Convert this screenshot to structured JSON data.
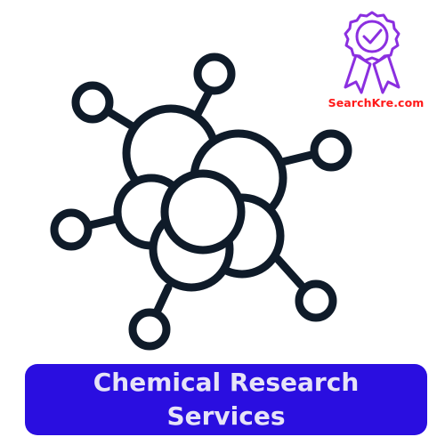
{
  "brand": {
    "text": "SearchKre.com",
    "color": "#ff1a1a",
    "icon": "award-ribbon-check-icon",
    "icon_color": "#8b2fe0"
  },
  "banner": {
    "line1": "Chemical Research",
    "line2": "Services",
    "background": "#2a0ee0",
    "text_color": "#e6e3f7"
  },
  "illustration": {
    "icon": "molecule-network-icon",
    "stroke_color": "#0f1b29"
  }
}
